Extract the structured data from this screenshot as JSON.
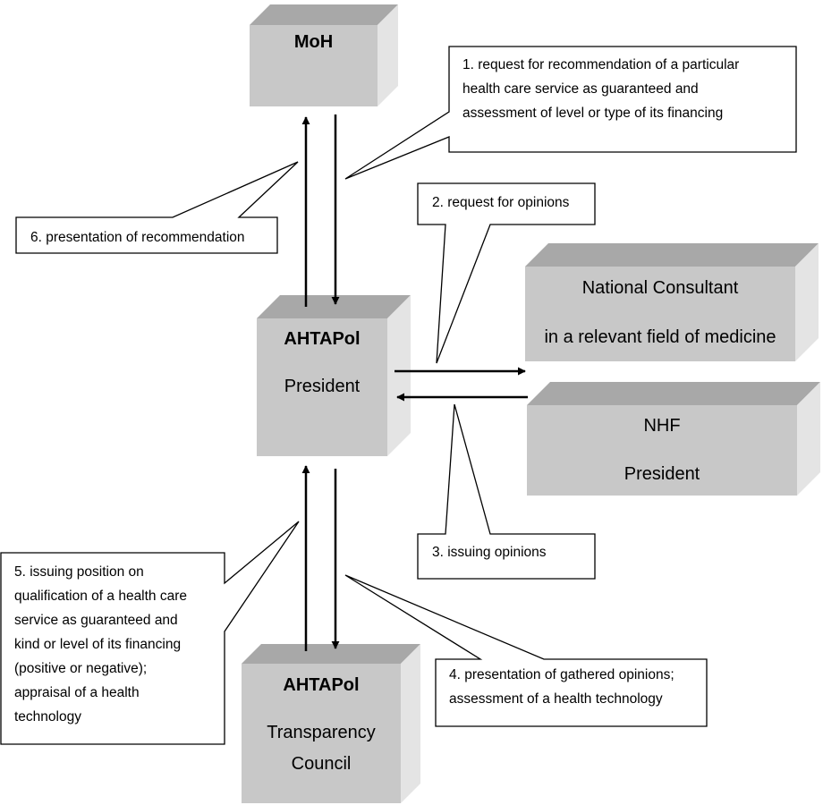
{
  "colors": {
    "box_front": "#c8c8c8",
    "box_top": "#a8a8a8",
    "box_side": "#e4e4e4",
    "line": "#000000",
    "callout_fill": "#ffffff"
  },
  "nodes": {
    "moh": {
      "label": "MoH"
    },
    "ahtapol_president": {
      "title": "AHTAPol",
      "subtitle": "President"
    },
    "national_consultant": {
      "line1": "National Consultant",
      "line2": "in a relevant field of medicine"
    },
    "nhf_president": {
      "line1": "NHF",
      "line2": "President"
    },
    "transparency_council": {
      "title": "AHTAPol",
      "line2": "Transparency",
      "line3": "Council"
    }
  },
  "callouts": {
    "step1": [
      "1. request for recommendation of a particular",
      "health care service as guaranteed and",
      "assessment of level or type of its financing"
    ],
    "step2": [
      "2. request for opinions"
    ],
    "step3": [
      "3. issuing opinions"
    ],
    "step4": [
      "4. presentation of gathered opinions;",
      "assessment of a health technology"
    ],
    "step5": [
      "5. issuing position on",
      "qualification of a health care",
      "service as guaranteed and",
      "kind or level of its financing",
      "(positive or negative);",
      "appraisal of a health",
      "technology"
    ],
    "step6": [
      "6. presentation of recommendation"
    ]
  }
}
